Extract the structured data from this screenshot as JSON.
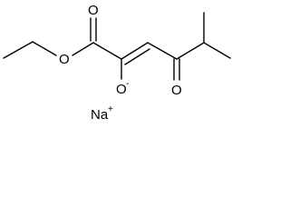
{
  "molecule": {
    "atoms": {
      "ester_o_double": "O",
      "ester_o_single": "O",
      "enolate_o": "O",
      "enolate_charge": "-",
      "ketone_o": "O",
      "counter_ion": "Na",
      "counter_ion_charge": "+"
    }
  }
}
